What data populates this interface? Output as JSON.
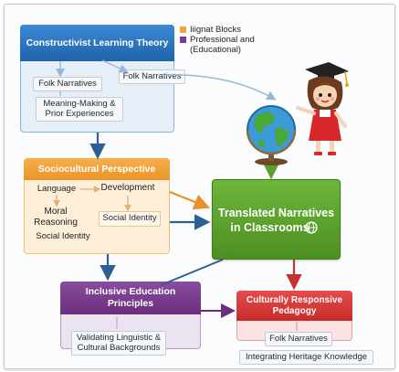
{
  "legend": {
    "items": [
      {
        "label": "Iiignat Blocks",
        "color": "#f0a23c"
      },
      {
        "label": "Professional and",
        "color": "#7a3c8c"
      },
      {
        "label": "(Educational)",
        "color": ""
      }
    ]
  },
  "constructivist": {
    "title": "Constructivist Learning Theory",
    "folk_right": "Folk Narratives",
    "folk_left": "Folk Narratives",
    "meaning": "Meaning-Making & Prior Experiences"
  },
  "sociocultural": {
    "title": "Sociocultural Perspective",
    "language": "Language",
    "development": "Development",
    "moral": "Moral Reasoning",
    "social_identity_1": "Social Identity",
    "social_identity_2": "Social Identity"
  },
  "translated": {
    "title_line1": "Translated Narratives",
    "title_line2": "in Classrooms"
  },
  "inclusive": {
    "title_line1": "Inclusive Education",
    "title_line2": "Principles",
    "validating": "Validating Linguistic & Cultural Backgrounds"
  },
  "culturally": {
    "title_line1": "Culturally Responsive",
    "title_line2": "Pedagogy",
    "folk": "Folk Narratives",
    "heritage": "Integrating Heritage Knowledge"
  },
  "colors": {
    "blue": "#2f78c4",
    "orange": "#f0a23c",
    "green": "#5aa02c",
    "purple": "#7a3c8c",
    "red": "#d63636"
  }
}
